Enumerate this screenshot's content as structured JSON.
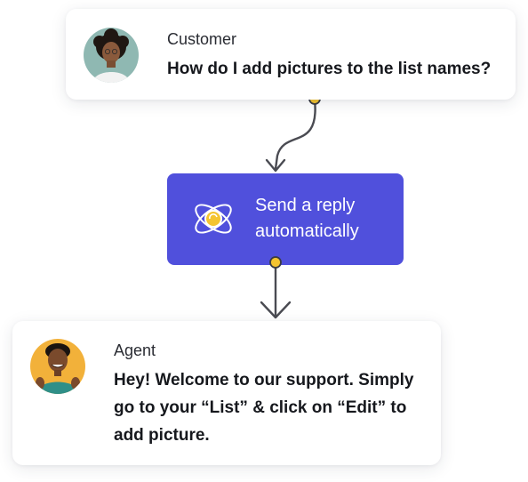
{
  "customer": {
    "role": "Customer",
    "message": "How do I add pictures to the list names?"
  },
  "action": {
    "label": "Send a reply automatically",
    "icon": "orbit-icon"
  },
  "agent": {
    "role": "Agent",
    "message": "Hey! Welcome to our support. Simply go to your “List” & click on “Edit” to add picture."
  },
  "colors": {
    "accent": "#5050dc",
    "connector_dot": "#f4c430",
    "connector_line": "#4a4b52"
  }
}
